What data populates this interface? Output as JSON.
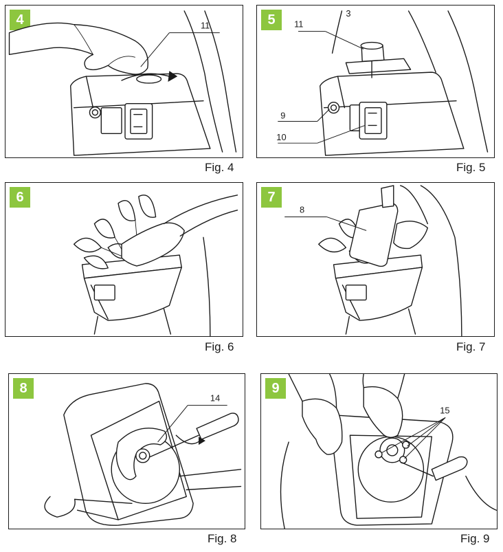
{
  "accent_color": "#8dc63f",
  "panels": [
    {
      "step": "4",
      "caption": "Fig. 4",
      "callouts": [
        "11"
      ]
    },
    {
      "step": "5",
      "caption": "Fig. 5",
      "callouts": [
        "3",
        "11",
        "9",
        "10"
      ]
    },
    {
      "step": "6",
      "caption": "Fig. 6",
      "callouts": []
    },
    {
      "step": "7",
      "caption": "Fig. 7",
      "callouts": [
        "8"
      ]
    },
    {
      "step": "8",
      "caption": "Fig. 8",
      "callouts": [
        "14"
      ]
    },
    {
      "step": "9",
      "caption": "Fig. 9",
      "callouts": [
        "15"
      ]
    }
  ]
}
